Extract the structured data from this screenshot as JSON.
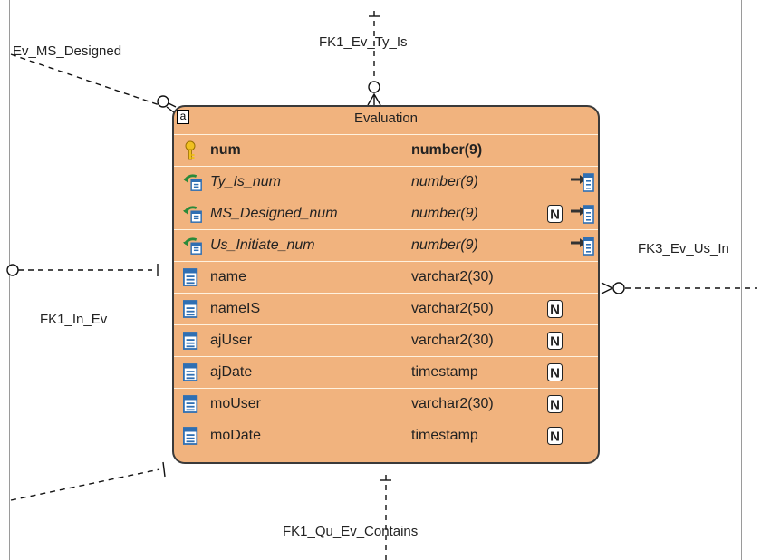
{
  "diagram": {
    "relationships": [
      {
        "label": "Ev_MS_Designed"
      },
      {
        "label": "FK1_Ev_Ty_Is"
      },
      {
        "label": "FK3_Ev_Us_In"
      },
      {
        "label": "FK1_In_Ev"
      },
      {
        "label": "FK1_Qu_Ev_Contains"
      }
    ],
    "entity": {
      "marker": "a",
      "title": "Evaluation",
      "columns": [
        {
          "name": "num",
          "type": "number(9)",
          "kind": "primary-key",
          "nullable": false
        },
        {
          "name": "Ty_Is_num",
          "type": "number(9)",
          "kind": "foreign-key",
          "nullable": false
        },
        {
          "name": "MS_Designed_num",
          "type": "number(9)",
          "kind": "foreign-key",
          "nullable": true
        },
        {
          "name": "Us_Initiate_num",
          "type": "number(9)",
          "kind": "foreign-key",
          "nullable": false
        },
        {
          "name": "name",
          "type": "varchar2(30)",
          "kind": "column",
          "nullable": false
        },
        {
          "name": "nameIS",
          "type": "varchar2(50)",
          "kind": "column",
          "nullable": true
        },
        {
          "name": "ajUser",
          "type": "varchar2(30)",
          "kind": "column",
          "nullable": true
        },
        {
          "name": "ajDate",
          "type": "timestamp",
          "kind": "column",
          "nullable": true
        },
        {
          "name": "moUser",
          "type": "varchar2(30)",
          "kind": "column",
          "nullable": true
        },
        {
          "name": "moDate",
          "type": "timestamp",
          "kind": "column",
          "nullable": true
        }
      ],
      "null_flag": "N"
    },
    "colors": {
      "entity_fill": "#f1b37e",
      "key_icon": "#f0c020",
      "column_icon": "#2f6fb3",
      "fk_arrow": "#2a8a3a"
    }
  }
}
